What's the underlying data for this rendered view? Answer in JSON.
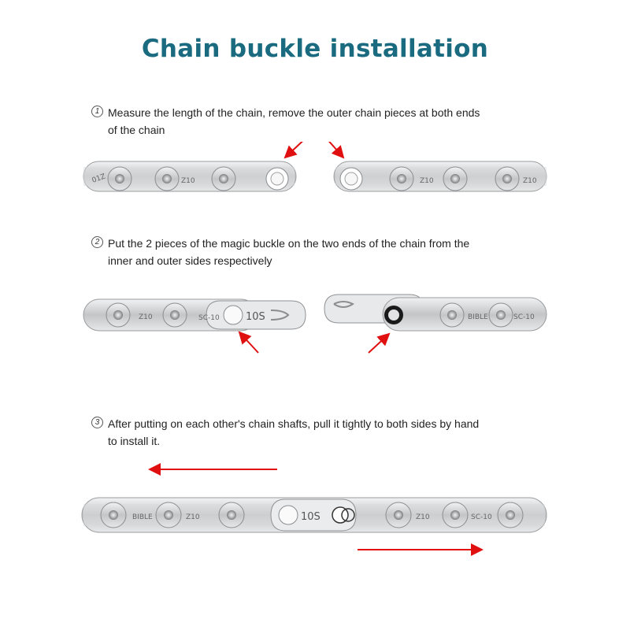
{
  "title": "Chain buckle installation",
  "steps": [
    {
      "number": "1",
      "text": "Measure the length of the chain, remove the outer chain pieces at both ends of the chain"
    },
    {
      "number": "2",
      "text": "Put the 2 pieces of the magic buckle on the two ends of the chain from the inner and outer sides respectively"
    },
    {
      "number": "3",
      "text": "After putting on each other's chain shafts, pull it tightly to both sides by hand to install it."
    }
  ],
  "chain_markings": {
    "speed": "10S",
    "brand": "BIBLE",
    "model": "Z10",
    "series": "SC-10",
    "model_reversed": "01Z"
  },
  "colors": {
    "title": "#1a6b80",
    "arrow": "#e01010",
    "metal": "#c9cbcd"
  }
}
